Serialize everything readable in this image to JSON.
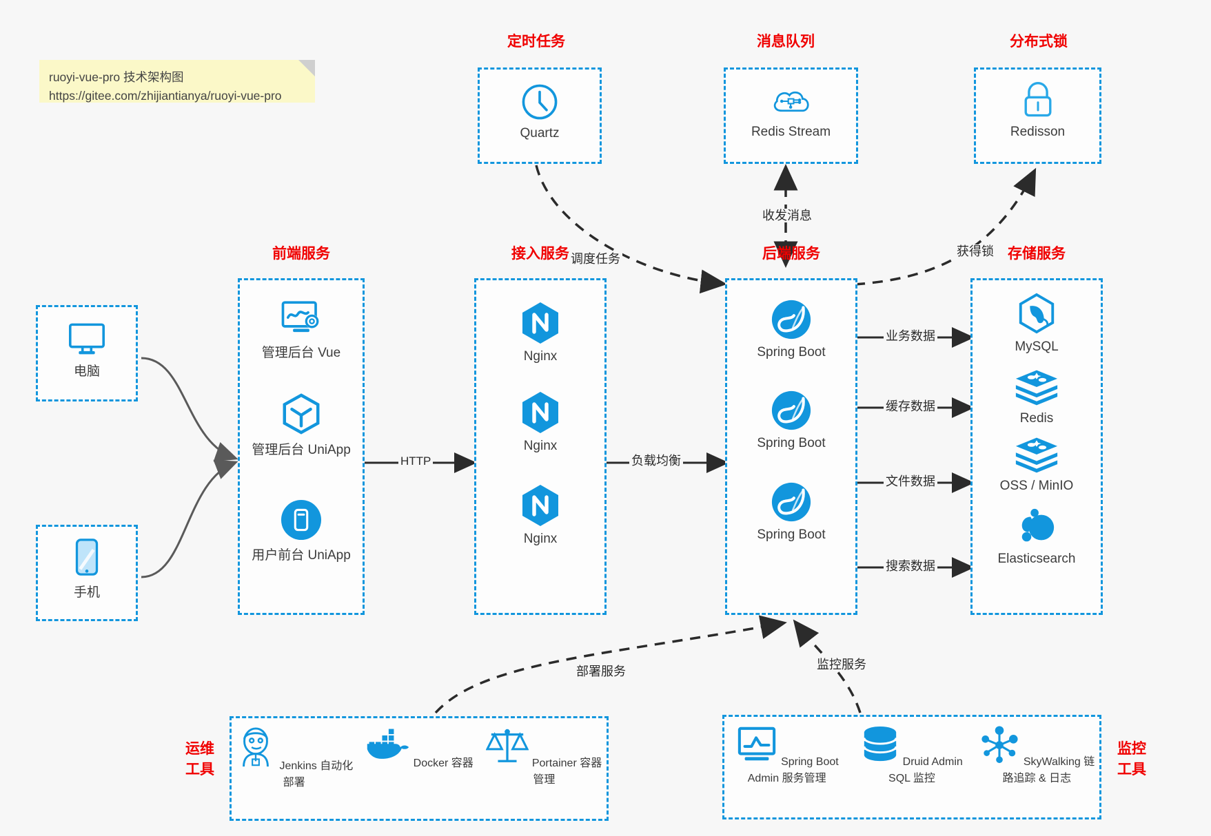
{
  "note": {
    "line1": "ruoyi-vue-pro 技术架构图",
    "line2": "https://gitee.com/zhijiantianya/ruoyi-vue-pro"
  },
  "colors": {
    "accent": "#1296dd",
    "group_title": "#f00000",
    "background": "#f7f7f7",
    "note_bg": "#fbf8c8",
    "edge": "#2b2b2b",
    "client_edge": "#5a5a5a"
  },
  "groups": {
    "scheduled_task": {
      "title": "定时任务",
      "nodes": [
        {
          "label": "Quartz",
          "icon": "clock-icon"
        }
      ]
    },
    "message_queue": {
      "title": "消息队列",
      "nodes": [
        {
          "label": "Redis Stream",
          "icon": "cloud-network-icon"
        }
      ]
    },
    "distributed_lock": {
      "title": "分布式锁",
      "nodes": [
        {
          "label": "Redisson",
          "icon": "lock-icon"
        }
      ]
    },
    "clients": {
      "nodes": [
        {
          "label": "电脑",
          "icon": "desktop-monitor-icon"
        },
        {
          "label": "手机",
          "icon": "mobile-phone-icon"
        }
      ]
    },
    "frontend": {
      "title": "前端服务",
      "nodes": [
        {
          "label": "管理后台 Vue",
          "icon": "dashboard-gear-icon"
        },
        {
          "label": "管理后台 UniApp",
          "icon": "uniapp-hexagon-icon"
        },
        {
          "label": "用户前台 UniApp",
          "icon": "mobile-app-icon"
        }
      ]
    },
    "gateway": {
      "title": "接入服务",
      "nodes": [
        {
          "label": "Nginx",
          "icon": "nginx-icon"
        },
        {
          "label": "Nginx",
          "icon": "nginx-icon"
        },
        {
          "label": "Nginx",
          "icon": "nginx-icon"
        }
      ]
    },
    "backend": {
      "title": "后端服务",
      "nodes": [
        {
          "label": "Spring Boot",
          "icon": "spring-boot-icon"
        },
        {
          "label": "Spring Boot",
          "icon": "spring-boot-icon"
        },
        {
          "label": "Spring Boot",
          "icon": "spring-boot-icon"
        }
      ]
    },
    "storage": {
      "title": "存储服务",
      "nodes": [
        {
          "label": "MySQL",
          "icon": "mysql-dolphin-icon"
        },
        {
          "label": "Redis",
          "icon": "redis-stack-icon"
        },
        {
          "label": "OSS / MinIO",
          "icon": "object-storage-icon"
        },
        {
          "label": "Elasticsearch",
          "icon": "elasticsearch-icon"
        }
      ]
    },
    "devops": {
      "title_line1": "运维",
      "title_line2": "工具",
      "nodes": [
        {
          "label": "Jenkins",
          "sublabel": "自动化部署",
          "icon": "jenkins-butler-icon"
        },
        {
          "label": "Docker",
          "sublabel": "容器",
          "icon": "docker-whale-icon"
        },
        {
          "label": "Portainer",
          "sublabel": "容器管理",
          "icon": "portainer-scales-icon"
        }
      ]
    },
    "monitoring": {
      "title_line1": "监控",
      "title_line2": "工具",
      "nodes": [
        {
          "label": "Spring Boot Admin",
          "sublabel": "服务管理",
          "icon": "monitor-chart-icon"
        },
        {
          "label": "Druid Admin",
          "sublabel": "SQL 监控",
          "icon": "database-cylinder-icon"
        },
        {
          "label": "SkyWalking",
          "sublabel": "链路追踪 & 日志",
          "icon": "network-nodes-icon"
        }
      ]
    }
  },
  "edges": [
    {
      "id": "client-to-frontend",
      "label": "",
      "style": "solid"
    },
    {
      "id": "frontend-to-gateway",
      "label": "HTTP",
      "style": "solid"
    },
    {
      "id": "gateway-to-backend",
      "label": "负载均衡",
      "style": "solid"
    },
    {
      "id": "quartz-to-backend",
      "label": "调度任务",
      "style": "dashed"
    },
    {
      "id": "mq-backend",
      "label": "收发消息",
      "style": "dashed-bidirectional"
    },
    {
      "id": "backend-to-lock",
      "label": "获得锁",
      "style": "dashed"
    },
    {
      "id": "backend-to-mysql",
      "label": "业务数据",
      "style": "solid"
    },
    {
      "id": "backend-to-redis",
      "label": "缓存数据",
      "style": "solid"
    },
    {
      "id": "backend-to-oss",
      "label": "文件数据",
      "style": "solid"
    },
    {
      "id": "backend-to-es",
      "label": "搜索数据",
      "style": "solid"
    },
    {
      "id": "devops-to-backend",
      "label": "部署服务",
      "style": "dashed"
    },
    {
      "id": "monitoring-to-backend",
      "label": "监控服务",
      "style": "dashed"
    }
  ]
}
